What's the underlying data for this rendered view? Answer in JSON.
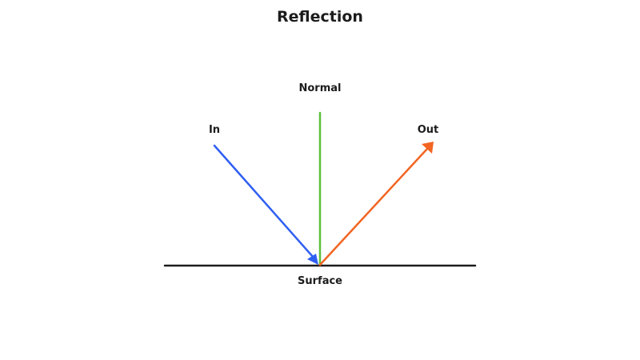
{
  "title": "Reflection",
  "labels": {
    "normal": "Normal",
    "incoming": "In",
    "outgoing": "Out",
    "surface": "Surface"
  },
  "colors": {
    "incoming_ray": "#2f5ff2",
    "outgoing_ray": "#f26522",
    "normal_line": "#5cbf3a",
    "surface_line": "#1c1c1c",
    "text": "#1c1c1c"
  }
}
